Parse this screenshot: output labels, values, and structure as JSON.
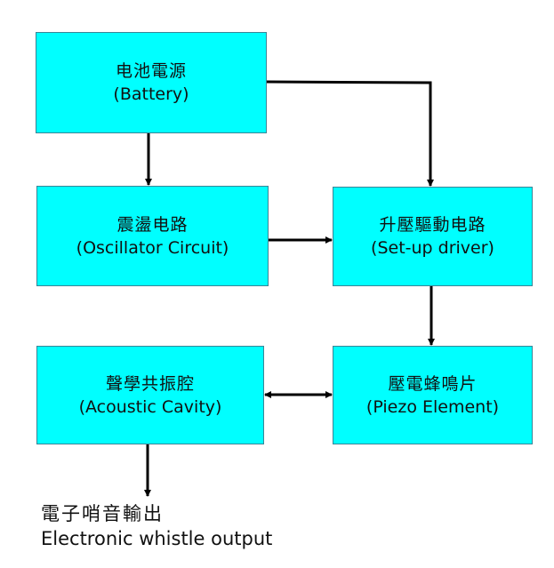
{
  "colors": {
    "box_fill": "#00ffff",
    "box_border": "#3a8596",
    "arrow": "#000000",
    "text": "#111111"
  },
  "blocks": {
    "battery": {
      "zh": "电池電源",
      "en": "(Battery)"
    },
    "oscillator": {
      "zh": "震盪电路",
      "en": "(Oscillator Circuit)"
    },
    "driver": {
      "zh": "升壓驅動电路",
      "en": "(Set-up driver)"
    },
    "acoustic": {
      "zh": "聲學共振腔",
      "en": "(Acoustic Cavity)"
    },
    "piezo": {
      "zh": "壓電蜂鳴片",
      "en": "(Piezo Element)"
    }
  },
  "connections": [
    {
      "from": "battery",
      "to": "oscillator",
      "type": "one-way"
    },
    {
      "from": "battery",
      "to": "driver",
      "type": "one-way"
    },
    {
      "from": "oscillator",
      "to": "driver",
      "type": "one-way"
    },
    {
      "from": "driver",
      "to": "piezo",
      "type": "one-way"
    },
    {
      "from": "acoustic",
      "to": "piezo",
      "type": "two-way"
    },
    {
      "from": "acoustic",
      "to": "output",
      "type": "one-way"
    }
  ],
  "output": {
    "zh": "電子哨音輸出",
    "en": "Electronic whistle output"
  }
}
